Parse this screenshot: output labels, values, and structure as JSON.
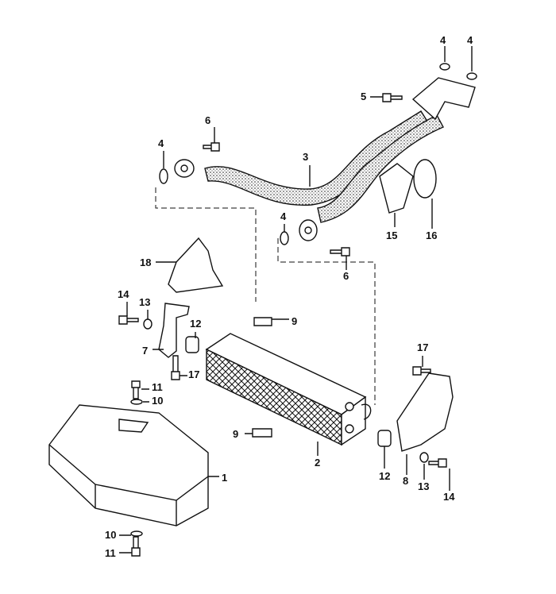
{
  "diagram": {
    "title": "Oil cooler assembly exploded view",
    "callouts": [
      "4",
      "4",
      "5",
      "6",
      "3",
      "4",
      "4",
      "6",
      "15",
      "16",
      "18",
      "14",
      "13",
      "12",
      "9",
      "7",
      "17",
      "11",
      "10",
      "1",
      "9",
      "2",
      "12",
      "17",
      "8",
      "13",
      "14",
      "10",
      "11"
    ]
  }
}
